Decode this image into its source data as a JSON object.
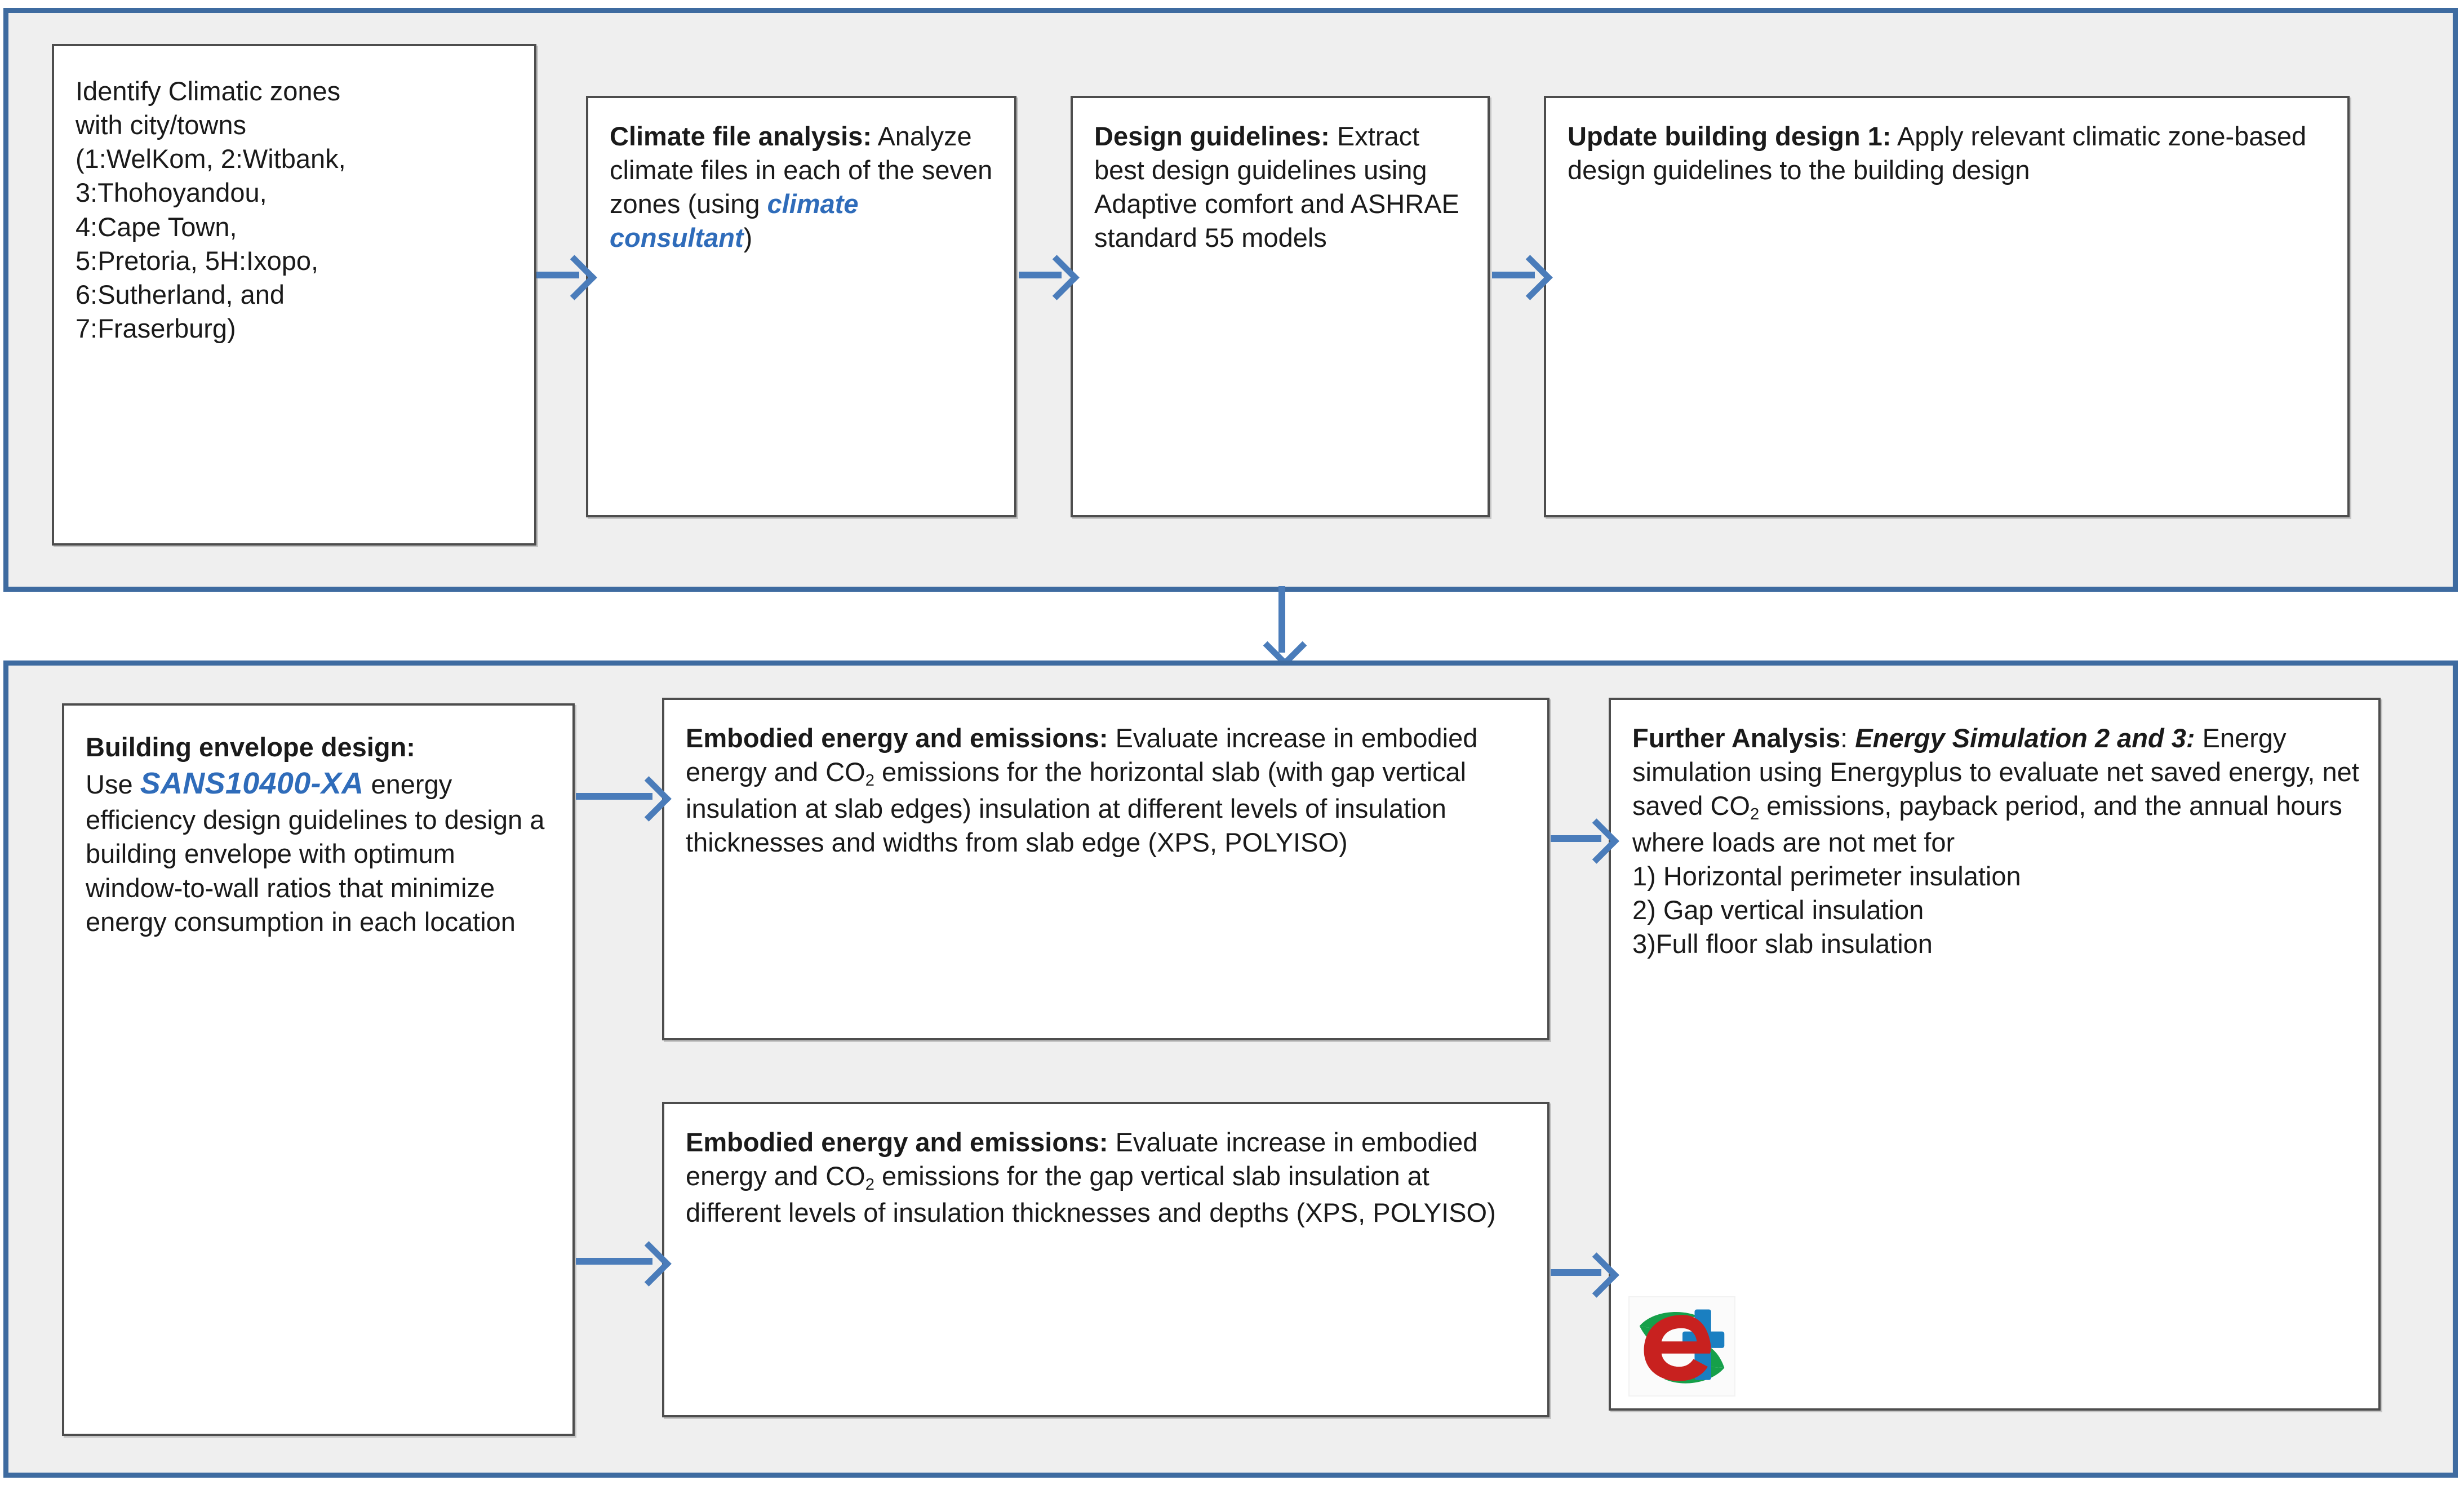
{
  "diagram": {
    "title_text": "",
    "colors": {
      "panel_border": "#3e6ba0",
      "panel_background": "#efefef",
      "box_border": "#4d4d4d",
      "box_background": "#ffffff",
      "arrow": "#4a7cba",
      "brand_blue": "#2f6cba",
      "logo_red": "#c8211f",
      "logo_green": "#16a04a",
      "logo_blue": "#1a7fc1"
    },
    "top_section": {
      "boxes": [
        {
          "id": "identify-climatic-zones",
          "lines": [
            "Identify Climatic zones",
            "with city/towns",
            "(1:WelKom, 2:Witbank,",
            "3:Thohoyandou,",
            "4:Cape Town,",
            "5:Pretoria, 5H:Ixopo,",
            "6:Sutherland, and",
            "7:Fraserburg)"
          ]
        },
        {
          "id": "climate-file-analysis",
          "heading": "Climate file analysis:",
          "body": "Analyze climate files in each of the seven zones (using",
          "brand": "climate consultant",
          "tail": ")"
        },
        {
          "id": "design-guidelines",
          "heading": "Design guidelines:",
          "body": "Extract best design guidelines using Adaptive comfort and ASHRAE standard 55 models"
        },
        {
          "id": "update-building-design-1",
          "heading": "Update building design 1:",
          "body": " Apply relevant climatic zone-based design guidelines to the building design"
        }
      ]
    },
    "bottom_section": {
      "boxes": [
        {
          "id": "building-envelope-design",
          "heading": "Building envelope design:",
          "lead": "Use ",
          "brand": "SANS10400-XA",
          "body": " energy efficiency design guidelines to design a building envelope with optimum window-to-wall ratios that minimize energy consumption in each location"
        },
        {
          "id": "embodied-energy-horizontal-slab",
          "heading": "Embodied energy and emissions:",
          "body_part1": " Evaluate increase in embodied energy and CO",
          "subscript": "2",
          "body_part2": " emissions for the horizontal slab (with gap vertical insulation at slab edges) insulation at different levels of insulation thicknesses and widths from slab edge (XPS, POLYISO)"
        },
        {
          "id": "embodied-energy-gap-vertical-slab",
          "heading": "Embodied energy and emissions:",
          "body_part1": " Evaluate increase in embodied energy and CO",
          "subscript": "2",
          "body_part2": " emissions for the gap vertical slab insulation at different levels of insulation thicknesses and depths (XPS, POLYISO)"
        },
        {
          "id": "further-analysis",
          "heading": "Further Analysis",
          "heading_sep": ": ",
          "emphasis": "Energy Simulation 2 and 3:",
          "body_part1": " Energy simulation using Energyplus to evaluate net saved energy, net saved CO",
          "subscript": "2",
          "body_part2": " emissions, payback period, and the annual hours where loads are not met  for",
          "list": [
            "1) Horizontal perimeter insulation",
            "2) Gap vertical insulation",
            "3)Full floor slab insulation"
          ],
          "logo_name": "energyplus-logo"
        }
      ]
    },
    "arrows": [
      {
        "id": "arrow-zones-to-climate",
        "direction": "right"
      },
      {
        "id": "arrow-climate-to-guidelines",
        "direction": "right"
      },
      {
        "id": "arrow-guidelines-to-update",
        "direction": "right"
      },
      {
        "id": "arrow-top-to-bottom",
        "direction": "down"
      },
      {
        "id": "arrow-envelope-to-ee1",
        "direction": "right"
      },
      {
        "id": "arrow-envelope-to-ee2",
        "direction": "right"
      },
      {
        "id": "arrow-ee1-to-further",
        "direction": "right"
      },
      {
        "id": "arrow-ee2-to-further",
        "direction": "right"
      }
    ]
  }
}
